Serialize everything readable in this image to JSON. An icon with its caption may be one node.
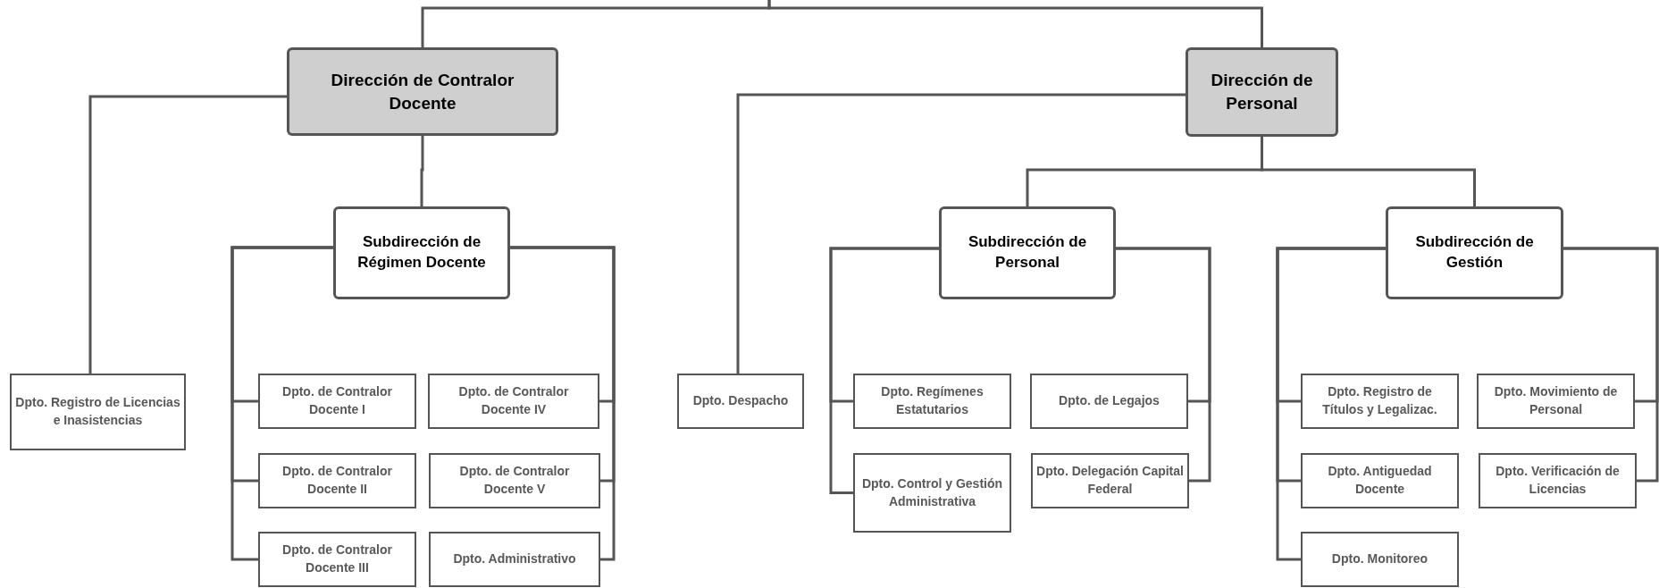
{
  "diagram": {
    "nodes": [
      {
        "text": [
          "Dirección de Contralor Docente"
        ]
      },
      {
        "text": [
          "Dirección de Personal"
        ]
      },
      {
        "text": [
          "Dpto. Registro de Licencias e Inasistencias"
        ]
      },
      {
        "text": [
          "Subdirección de Régimen Docente"
        ]
      },
      {
        "text": [
          "Dpto. Despacho"
        ]
      },
      {
        "text": [
          "Subdirección de Personal"
        ]
      },
      {
        "text": [
          "Subdirección de Gestión"
        ]
      },
      {
        "text": [
          "Dpto. de Contralor Docente I"
        ]
      },
      {
        "text": [
          "Dpto. de Contralor Docente IV"
        ]
      },
      {
        "text": [
          "Dpto. de Contralor Docente II"
        ]
      },
      {
        "text": [
          "Dpto. de Contralor Docente V"
        ]
      },
      {
        "text": [
          "Dpto. de Contralor Docente III"
        ]
      },
      {
        "text": [
          "Dpto. Administrativo"
        ]
      },
      {
        "text": [
          "Dpto. Regímenes Estatutarios"
        ]
      },
      {
        "text": [
          "Dpto. de Legajos"
        ]
      },
      {
        "text": [
          "Dpto. Control y Gestión Administrativa"
        ]
      },
      {
        "text": [
          "Dpto. Delegación Capital Federal"
        ]
      },
      {
        "text": [
          "Dpto. Registro de Títulos y Legalizac."
        ]
      },
      {
        "text": [
          "Dpto. Movimiento de Personal"
        ]
      },
      {
        "text": [
          "Dpto. Antiguedad Docente"
        ]
      },
      {
        "text": [
          "Dpto. Verificación de Licencias"
        ]
      },
      {
        "text": [
          "Dpto. Monitoreo"
        ]
      }
    ],
    "edges": [
      {
        "from": null,
        "to": 0,
        "arrow": "none"
      },
      {
        "from": null,
        "to": 1,
        "arrow": "none"
      },
      {
        "from": 0,
        "to": 2,
        "arrow": "none"
      },
      {
        "from": 0,
        "to": 3,
        "arrow": "none"
      },
      {
        "from": 1,
        "to": 4,
        "arrow": "none"
      },
      {
        "from": 1,
        "to": 5,
        "arrow": "none"
      },
      {
        "from": 1,
        "to": 6,
        "arrow": "none"
      },
      {
        "from": 3,
        "to": 7,
        "arrow": "none"
      },
      {
        "from": 3,
        "to": 8,
        "arrow": "none"
      },
      {
        "from": 3,
        "to": 9,
        "arrow": "none"
      },
      {
        "from": 3,
        "to": 10,
        "arrow": "none"
      },
      {
        "from": 3,
        "to": 11,
        "arrow": "none"
      },
      {
        "from": 3,
        "to": 12,
        "arrow": "none"
      },
      {
        "from": 5,
        "to": 13,
        "arrow": "none"
      },
      {
        "from": 5,
        "to": 14,
        "arrow": "none"
      },
      {
        "from": 5,
        "to": 15,
        "arrow": "none"
      },
      {
        "from": 5,
        "to": 16,
        "arrow": "none"
      },
      {
        "from": 6,
        "to": 17,
        "arrow": "none"
      },
      {
        "from": 6,
        "to": 18,
        "arrow": "none"
      },
      {
        "from": 6,
        "to": 19,
        "arrow": "none"
      },
      {
        "from": 6,
        "to": 20,
        "arrow": "none"
      },
      {
        "from": 6,
        "to": 21,
        "arrow": "none"
      }
    ]
  }
}
